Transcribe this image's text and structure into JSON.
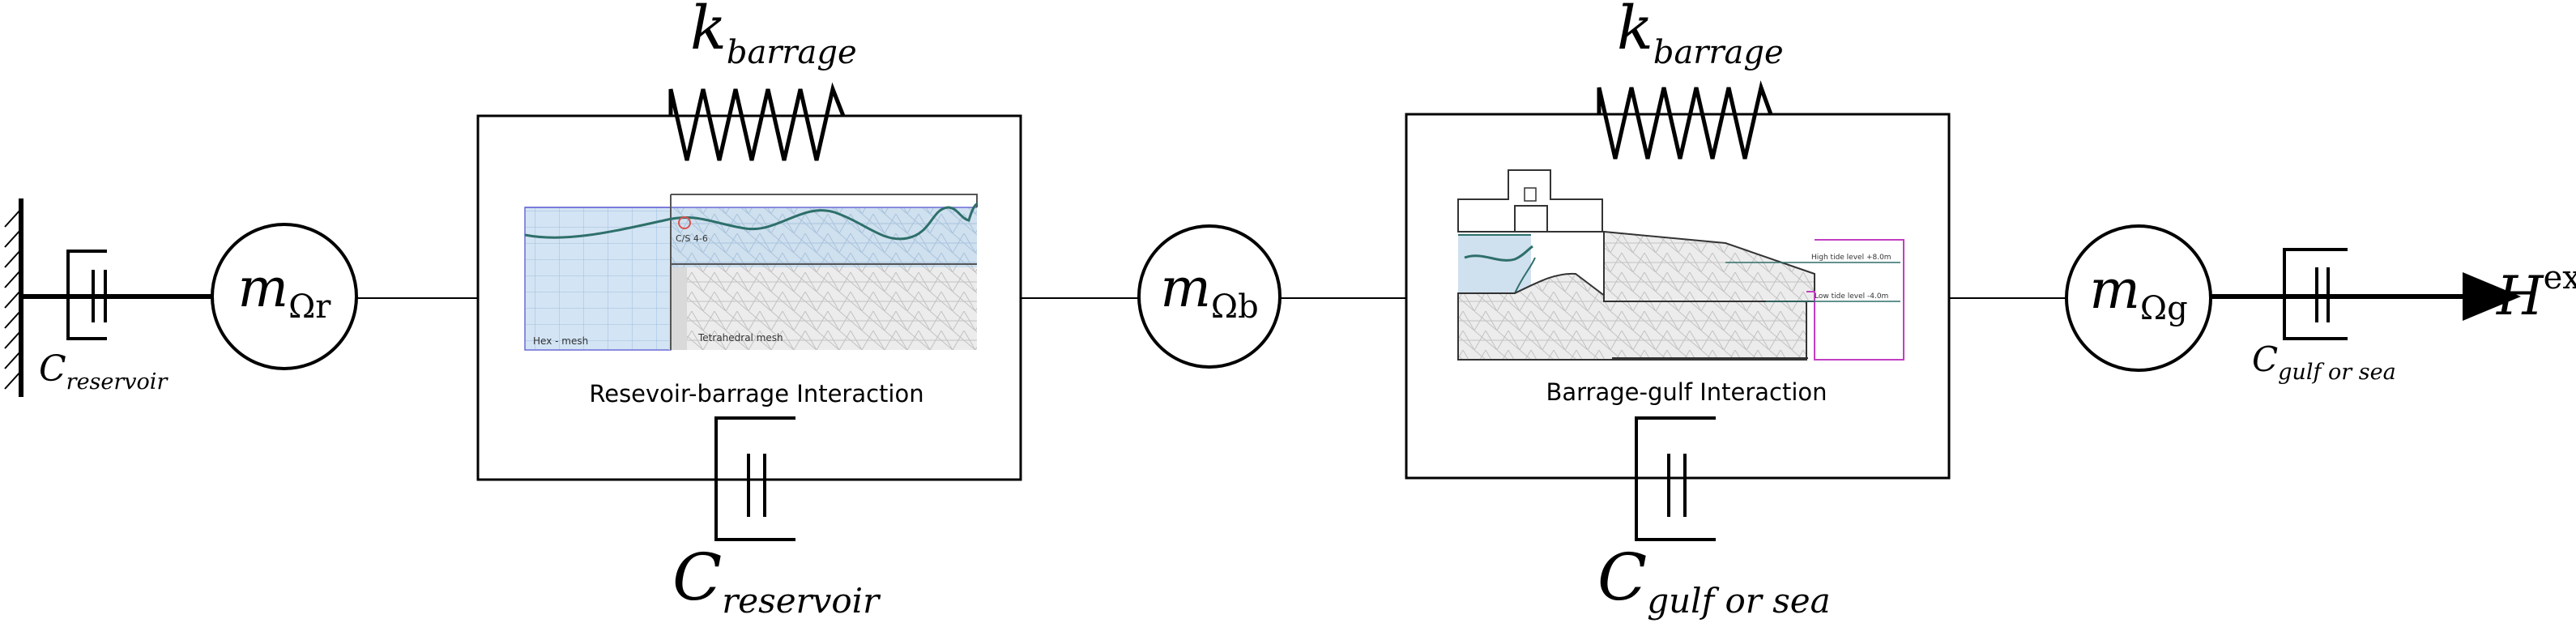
{
  "reservoir_box": {
    "title": "Resevoir-barrage Interaction",
    "stiffness_symbol": "k",
    "stiffness_sub": "barrage",
    "damper_symbol": "C",
    "damper_sub": "reservoir",
    "inset": {
      "left_mesh_label": "Hex - mesh",
      "right_mesh_label": "Tetrahedral mesh",
      "marker_label": "C/S 4-6"
    }
  },
  "gulf_box": {
    "title": "Barrage-gulf Interaction",
    "stiffness_symbol": "k",
    "stiffness_sub": "barrage",
    "damper_symbol": "C",
    "damper_sub": "gulf or sea",
    "inset": {
      "high_tide_label": "High tide level +8.0m",
      "low_tide_label": "Low tide level -4.0m"
    }
  },
  "masses": [
    {
      "symbol": "m",
      "sub": "Ωr"
    },
    {
      "symbol": "m",
      "sub": "Ωb"
    },
    {
      "symbol": "m",
      "sub": "Ωg"
    }
  ],
  "left_damper": {
    "symbol": "C",
    "sub": "reservoir"
  },
  "right_damper": {
    "symbol": "C",
    "sub": "gulf or sea"
  },
  "external_force": {
    "symbol": "H",
    "sup": "ext"
  }
}
